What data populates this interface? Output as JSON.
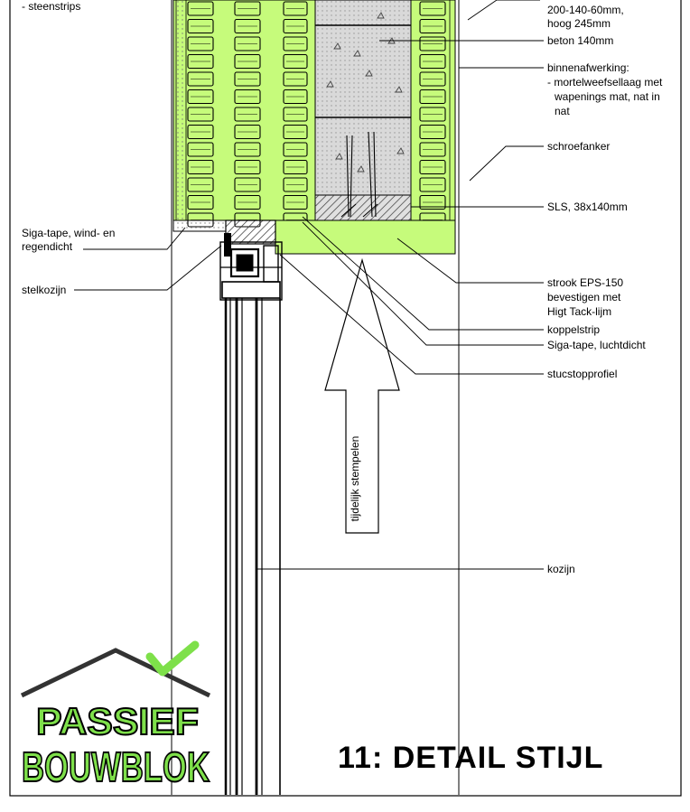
{
  "drawing": {
    "title": "11: DETAIL STIJL",
    "logo": {
      "line1": "PASSIEF",
      "line2": "BOUWBLOK",
      "color": "#7ee04a"
    },
    "colors": {
      "insulation": "#c6fb7b",
      "concrete": "#dcdcdc",
      "lines": "#000000"
    },
    "labels": {
      "steenstrips": "- steenstrips",
      "dim1": "200-140-60mm,",
      "dim2": "hoog 245mm",
      "beton": "beton 140mm",
      "binnen1": "binnenafwerking:",
      "binnen2": "- mortelweefsellaag met",
      "binnen3": "wapenings mat, nat in",
      "binnen4": "nat",
      "schroefanker": "schroefanker",
      "sls": "SLS, 38x140mm",
      "siga_wind1": "Siga-tape, wind- en",
      "siga_wind2": "regendicht",
      "stelkozijn": "stelkozijn",
      "strook1": "strook EPS-150",
      "strook2": "bevestigen met",
      "strook3": "Higt Tack-lijm",
      "koppelstrip": "koppelstrip",
      "siga_lucht": "Siga-tape, luchtdicht",
      "stucstop": "stucstopprofiel",
      "kozijn": "kozijn",
      "stempelen": "tijdelijk stempelen"
    }
  }
}
